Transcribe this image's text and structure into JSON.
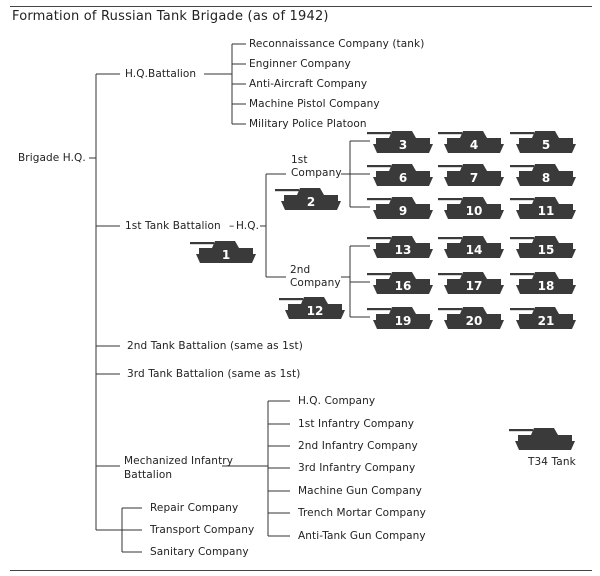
{
  "title": "Formation of Russian Tank Brigade",
  "title_note": "(as of 1942)",
  "root": "Brigade H.Q.",
  "hq_battalion": {
    "label": "H.Q.Battalion",
    "units": [
      "Reconnaissance Company (tank)",
      "Enginner Company",
      "Anti-Aircraft Company",
      "Machine Pistol Company",
      "Military Police Platoon"
    ]
  },
  "tank_battalion_1": {
    "label": "1st Tank Battalion",
    "hq_label": "H.Q.",
    "company_1": "1st Company",
    "company_2": "2nd Company"
  },
  "tank_battalion_2": "2nd Tank Battalion (same as 1st)",
  "tank_battalion_3": "3rd Tank Battalion (same as 1st)",
  "mech_battalion": {
    "label_line1": "Mechanized Infantry",
    "label_line2": "Battalion",
    "units": [
      "H.Q. Company",
      "1st Infantry Company",
      "2nd Infantry Company",
      "3rd Infantry Company",
      "Machine Gun Company",
      "Trench Mortar Company",
      "Anti-Tank Gun Company"
    ]
  },
  "support_units": [
    "Repair Company",
    "Transport Company",
    "Sanitary Company"
  ],
  "legend_label": "T34 Tank",
  "tanks": {
    "battalion_cmd": "1",
    "company_1_cmd": "2",
    "company_1_tanks": [
      "3",
      "4",
      "5",
      "6",
      "7",
      "8",
      "9",
      "10",
      "11"
    ],
    "company_2_cmd": "12",
    "company_2_tanks": [
      "13",
      "14",
      "15",
      "16",
      "17",
      "18",
      "19",
      "20",
      "21"
    ]
  },
  "colors": {
    "tank": "#3a3a3a",
    "tank_number": "#ffffff",
    "line": "#333333"
  }
}
